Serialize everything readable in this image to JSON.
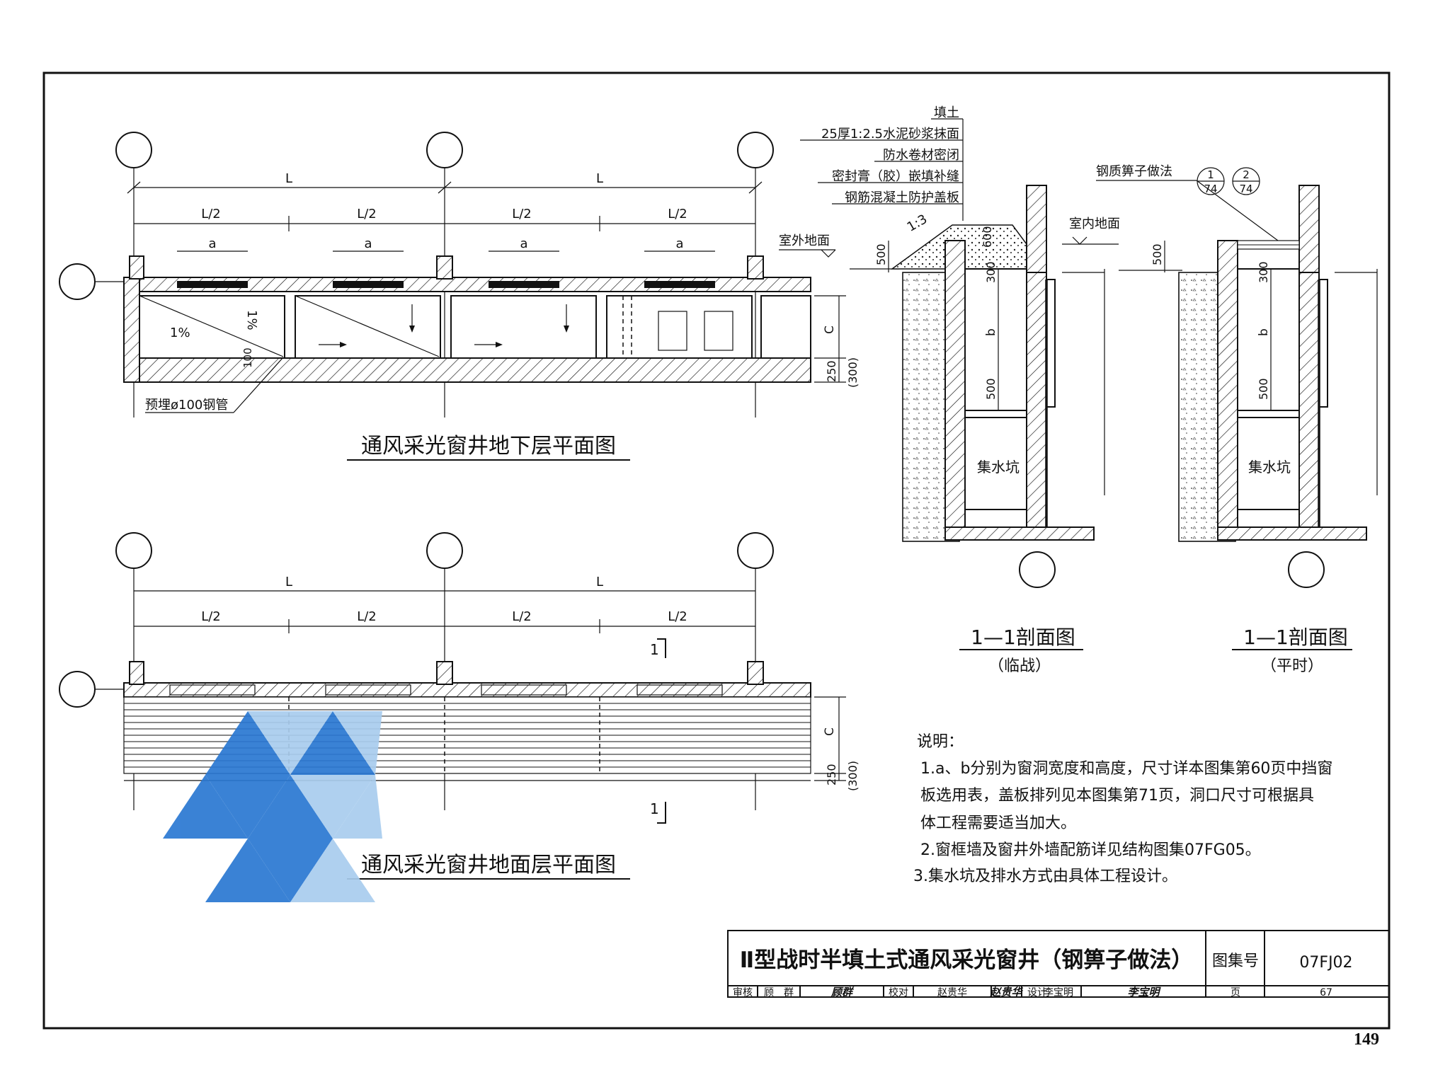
{
  "plan_basement": {
    "title": "通风采光窗井地下层平面图",
    "dim_L": [
      "L",
      "L"
    ],
    "dim_half": [
      "L/2",
      "L/2",
      "L/2",
      "L/2"
    ],
    "dim_a": [
      "a",
      "a",
      "a",
      "a"
    ],
    "slope_1": "1%",
    "slope_2": "1%",
    "dim_c": "C",
    "dim_250": "250",
    "dim_300": "(300)",
    "dim_100": "100",
    "pipe_note": "预埋ø100钢管"
  },
  "plan_ground": {
    "title": "通风采光窗井地面层平面图",
    "dim_L": [
      "L",
      "L"
    ],
    "dim_half": [
      "L/2",
      "L/2",
      "L/2",
      "L/2"
    ],
    "dim_c": "C",
    "dim_250": "250",
    "dim_300": "(300)",
    "section_mark_top": "1",
    "section_mark_bottom": "1"
  },
  "section_wartime": {
    "layers": [
      "填土",
      "25厚1:2.5水泥砂浆抹面",
      "防水卷材密闭",
      "密封膏（胶）嵌填补缝",
      "钢筋混凝土防护盖板"
    ],
    "outdoor_ground": "室外地面",
    "indoor_ground": "室内地面",
    "slope": "1:3",
    "dim_500": "500",
    "dim_600": "600",
    "dim_300": "300",
    "dim_b": "b",
    "dim_500b": "500",
    "sump": "集水坑",
    "title": "1—1剖面图",
    "subtitle": "（临战）"
  },
  "section_peacetime": {
    "grate_note": "钢质箅子做法",
    "ref1_top": "1",
    "ref1_bottom": "74",
    "ref2_top": "2",
    "ref2_bottom": "74",
    "dim_500": "500",
    "dim_300": "300",
    "dim_b": "b",
    "dim_500b": "500",
    "sump": "集水坑",
    "title": "1—1剖面图",
    "subtitle": "（平时）"
  },
  "notes": {
    "heading": "说明：",
    "items": [
      "1.a、b分别为窗洞宽度和高度，尺寸详本图集第60页中挡窗",
      "板选用表，盖板排列见本图集第71页，洞口尺寸可根据具",
      "体工程需要适当加大。",
      "2.窗框墙及窗井外墙配筋详见结构图集07FG05。",
      "3.集水坑及排水方式由具体工程设计。"
    ]
  },
  "title_block": {
    "title": "Ⅱ型战时半填土式通风采光窗井（钢箅子做法）",
    "atlas_label": "图集号",
    "atlas_no": "07FJ02",
    "review_label": "审核",
    "review_name": "顾　群",
    "review_sign": "顾群",
    "check_label": "校对",
    "check_name": "赵贵华",
    "check_sign": "赵贵华",
    "design_label": "设计",
    "design_name": "李宝明",
    "design_sign": "李宝明",
    "page_label": "页",
    "page_no": "67"
  },
  "page_number": "149",
  "colors": {
    "watermark_dark": "#2a78d2",
    "watermark_light": "#a9cdee",
    "ink": "#111111"
  }
}
